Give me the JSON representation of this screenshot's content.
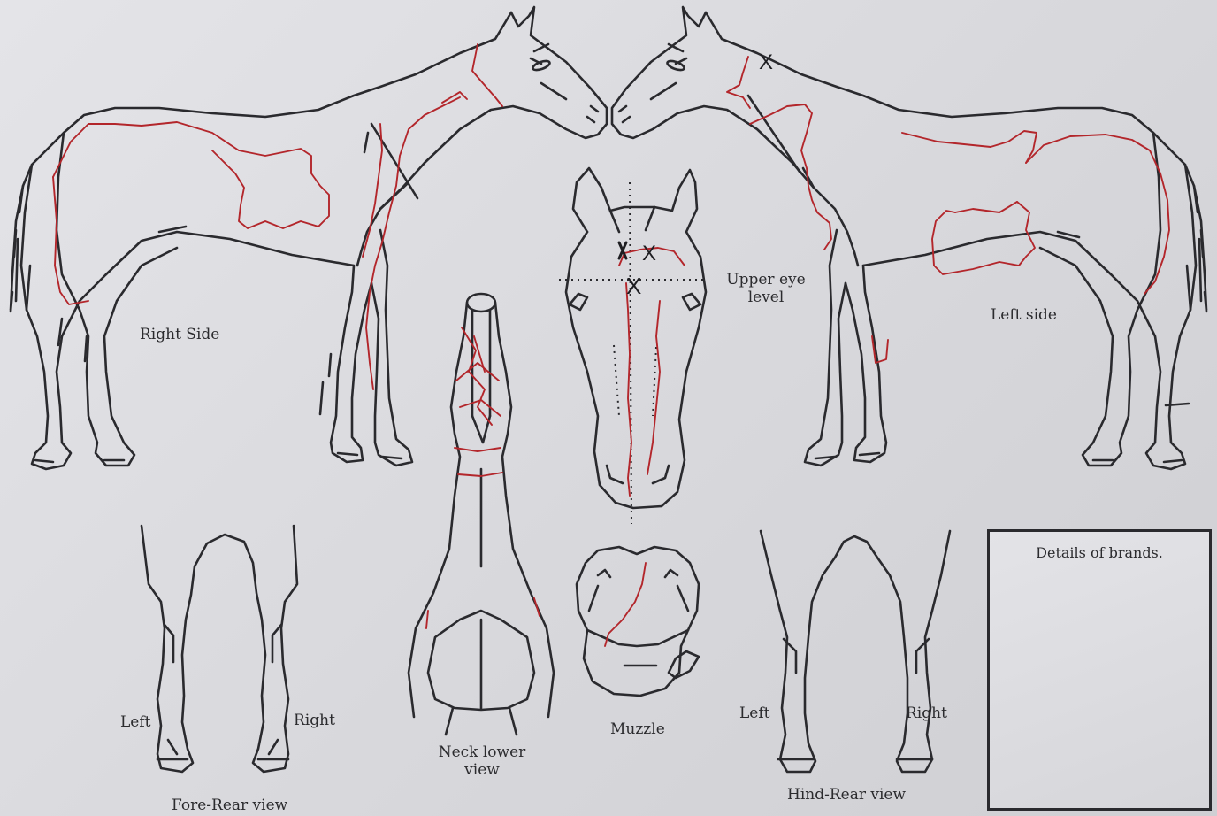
{
  "labels": {
    "right_side": "Right Side",
    "left_side": "Left side",
    "upper_eye_level": "Upper eye level",
    "neck_lower_view": "Neck lower view",
    "muzzle": "Muzzle",
    "fore_left": "Left",
    "fore_right": "Right",
    "fore_rear_view": "Fore-Rear view",
    "hind_left": "Left",
    "hind_right": "Right",
    "hind_rear_view": "Hind-Rear view",
    "details_of_brands": "Details of brands."
  },
  "marks": {
    "left_side_head": "X",
    "face_left_whorl": "X",
    "face_right_whorl": "X",
    "face_center_whorl": "X"
  },
  "colors": {
    "outline": "#2a2a2e",
    "markings": "#b3262b",
    "paper": "#dcdce0"
  }
}
